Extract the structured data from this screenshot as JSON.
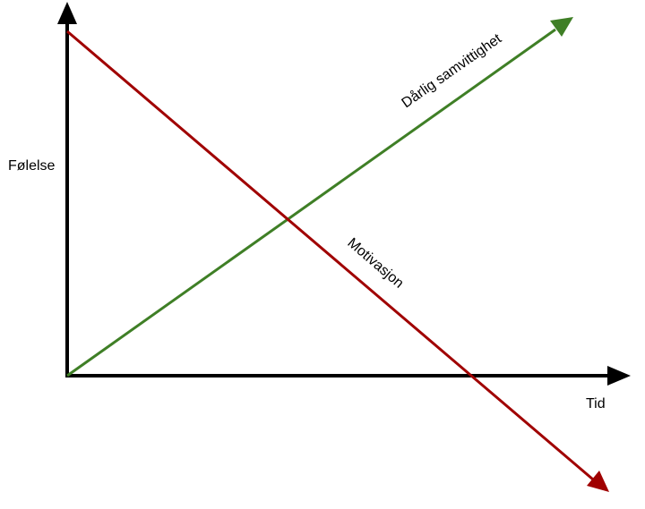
{
  "diagram": {
    "y_axis_label": "Følelse",
    "x_axis_label": "Tid",
    "lines": [
      {
        "label": "Dårlig samvittighet",
        "color": "#3f7f26",
        "trend": "increasing"
      },
      {
        "label": "Motivasjon",
        "color": "#a00000",
        "trend": "decreasing"
      }
    ],
    "axis_color": "#000000"
  }
}
